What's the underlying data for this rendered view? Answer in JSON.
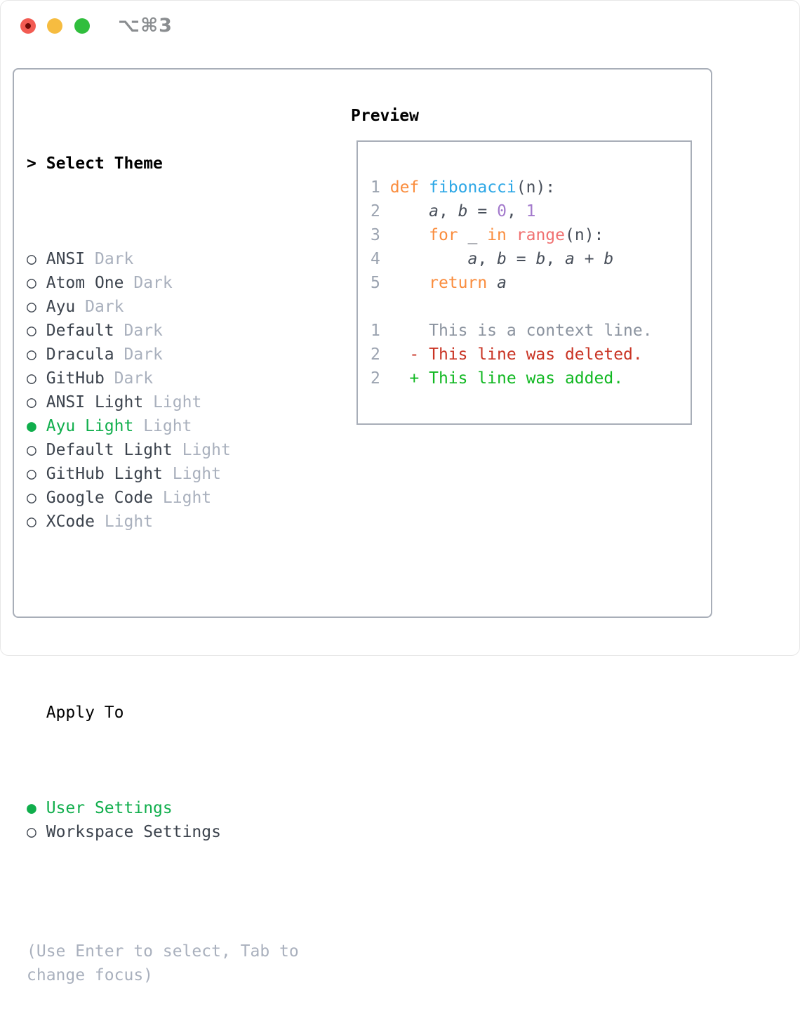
{
  "window": {
    "shortcut": "⌥⌘3",
    "controls": [
      "close",
      "minimize",
      "zoom"
    ]
  },
  "select_theme": {
    "marker": ">",
    "title": "Select Theme",
    "options": [
      {
        "name": "ANSI",
        "variant": "Dark",
        "selected": false
      },
      {
        "name": "Atom One",
        "variant": "Dark",
        "selected": false
      },
      {
        "name": "Ayu",
        "variant": "Dark",
        "selected": false
      },
      {
        "name": "Default",
        "variant": "Dark",
        "selected": false
      },
      {
        "name": "Dracula",
        "variant": "Dark",
        "selected": false
      },
      {
        "name": "GitHub",
        "variant": "Dark",
        "selected": false
      },
      {
        "name": "ANSI Light",
        "variant": "Light",
        "selected": false
      },
      {
        "name": "Ayu Light",
        "variant": "Light",
        "selected": true
      },
      {
        "name": "Default Light",
        "variant": "Light",
        "selected": false
      },
      {
        "name": "GitHub Light",
        "variant": "Light",
        "selected": false
      },
      {
        "name": "Google Code",
        "variant": "Light",
        "selected": false
      },
      {
        "name": "XCode",
        "variant": "Light",
        "selected": false
      }
    ]
  },
  "apply_to": {
    "title": "Apply To",
    "options": [
      {
        "label": "User Settings",
        "selected": true
      },
      {
        "label": "Workspace Settings",
        "selected": false
      }
    ]
  },
  "hint": "(Use Enter to select, Tab to change focus)",
  "preview": {
    "title": "Preview",
    "code": [
      {
        "num": "1",
        "tokens": [
          {
            "t": " ",
            "c": "fg"
          },
          {
            "t": "def",
            "c": "kw"
          },
          {
            "t": " ",
            "c": "fg"
          },
          {
            "t": "fibonacci",
            "c": "fn"
          },
          {
            "t": "(n):",
            "c": "fg"
          }
        ]
      },
      {
        "num": "2",
        "tokens": [
          {
            "t": "     ",
            "c": "fg"
          },
          {
            "t": "a",
            "c": "var"
          },
          {
            "t": ", ",
            "c": "fg"
          },
          {
            "t": "b",
            "c": "var"
          },
          {
            "t": " = ",
            "c": "fg"
          },
          {
            "t": "0",
            "c": "num"
          },
          {
            "t": ", ",
            "c": "fg"
          },
          {
            "t": "1",
            "c": "num"
          }
        ]
      },
      {
        "num": "3",
        "tokens": [
          {
            "t": "     ",
            "c": "fg"
          },
          {
            "t": "for",
            "c": "kw"
          },
          {
            "t": " _ ",
            "c": "fg"
          },
          {
            "t": "in",
            "c": "kw"
          },
          {
            "t": " ",
            "c": "fg"
          },
          {
            "t": "range",
            "c": "call"
          },
          {
            "t": "(n):",
            "c": "fg"
          }
        ]
      },
      {
        "num": "4",
        "tokens": [
          {
            "t": "         ",
            "c": "fg"
          },
          {
            "t": "a",
            "c": "var"
          },
          {
            "t": ", ",
            "c": "fg"
          },
          {
            "t": "b",
            "c": "var"
          },
          {
            "t": " = ",
            "c": "fg"
          },
          {
            "t": "b",
            "c": "var"
          },
          {
            "t": ", ",
            "c": "fg"
          },
          {
            "t": "a",
            "c": "var"
          },
          {
            "t": " + ",
            "c": "fg"
          },
          {
            "t": "b",
            "c": "var"
          }
        ]
      },
      {
        "num": "5",
        "tokens": [
          {
            "t": "     ",
            "c": "fg"
          },
          {
            "t": "return",
            "c": "kw"
          },
          {
            "t": " ",
            "c": "fg"
          },
          {
            "t": "a",
            "c": "var"
          }
        ]
      }
    ],
    "diff": [
      {
        "num": "1",
        "tokens": [
          {
            "t": "     This is a context line.",
            "c": "ctx"
          }
        ]
      },
      {
        "num": "2",
        "tokens": [
          {
            "t": "   ",
            "c": "fg"
          },
          {
            "t": "- This line was deleted.",
            "c": "del"
          }
        ]
      },
      {
        "num": "2",
        "tokens": [
          {
            "t": "   ",
            "c": "fg"
          },
          {
            "t": "+ This line was added.",
            "c": "add"
          }
        ]
      }
    ]
  },
  "colors": {
    "accent_green": "#10ae4c",
    "border": "#a8aeb8",
    "muted": "#a9b0bd",
    "item_text": "#3c434d",
    "traffic_red": "#f25b52",
    "traffic_yellow": "#f6bc40",
    "traffic_green": "#30be3d",
    "titlebar_text": "#8a8d90",
    "code_keyword": "#fa8d3e",
    "code_function": "#2ca7e6",
    "code_number": "#a37acc",
    "code_builtin": "#f07171",
    "code_fg": "#474e59",
    "gutter": "#9ba3b0",
    "diff_context": "#8b939f",
    "diff_deleted": "#c93424",
    "diff_added": "#11b822"
  }
}
